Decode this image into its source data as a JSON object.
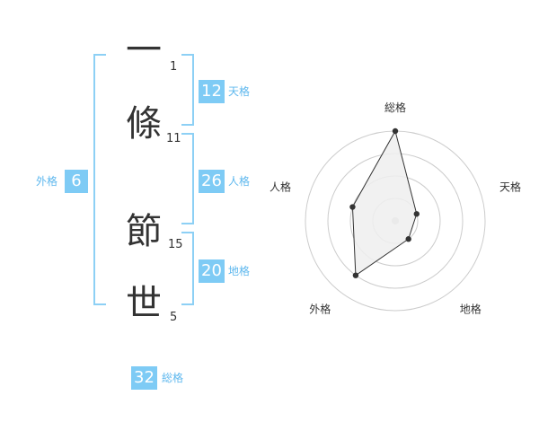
{
  "name": {
    "chars": [
      {
        "char": "一",
        "strokes": "1"
      },
      {
        "char": "條",
        "strokes": "11"
      },
      {
        "char": "節",
        "strokes": "15"
      },
      {
        "char": "世",
        "strokes": "5"
      }
    ]
  },
  "kakusu": {
    "tenkaku": {
      "value": "12",
      "label": "天格"
    },
    "jinkaku": {
      "value": "26",
      "label": "人格"
    },
    "chikaku": {
      "value": "20",
      "label": "地格"
    },
    "gaikaku": {
      "value": "6",
      "label": "外格"
    },
    "soukaku": {
      "value": "32",
      "label": "総格"
    }
  },
  "chart_data": {
    "type": "radar",
    "axes": [
      "総格",
      "天格",
      "地格",
      "外格",
      "人格"
    ],
    "values": [
      4,
      1,
      1,
      3,
      2
    ],
    "max": 4,
    "rings": 4,
    "colors": {
      "fill": "#eeeeee",
      "line": "#333333",
      "grid": "#cccccc",
      "center": "#cccccc"
    }
  }
}
